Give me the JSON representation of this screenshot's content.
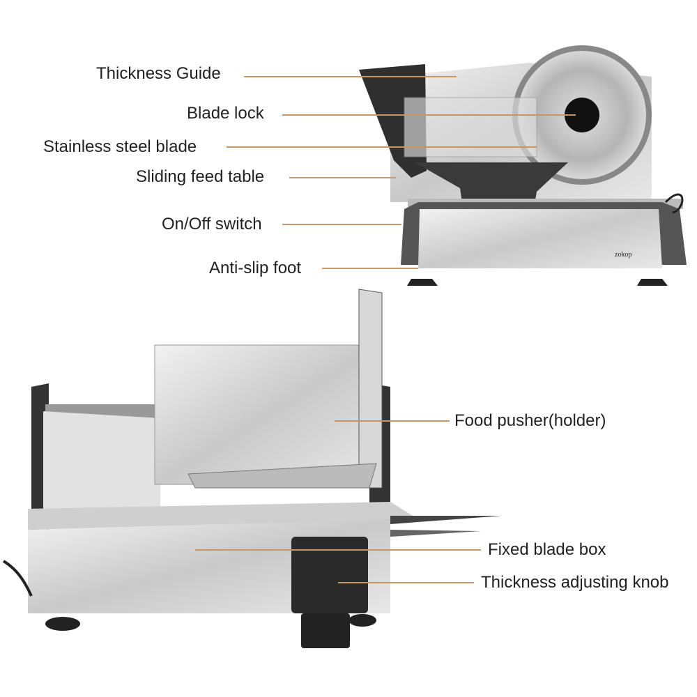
{
  "brand_logo": "zokop",
  "leader_color": "#c8956a",
  "labels": {
    "thickness_guide": "Thickness Guide",
    "blade_lock": "Blade lock",
    "stainless_steel_blade": "Stainless steel blade",
    "sliding_feed_table": "Sliding feed table",
    "on_off_switch": "On/Off switch",
    "anti_slip_foot": "Anti-slip foot",
    "food_pusher": "Food pusher(holder)",
    "fixed_blade_box": "Fixed blade box",
    "thickness_adjusting_knob": "Thickness adjusting knob"
  }
}
